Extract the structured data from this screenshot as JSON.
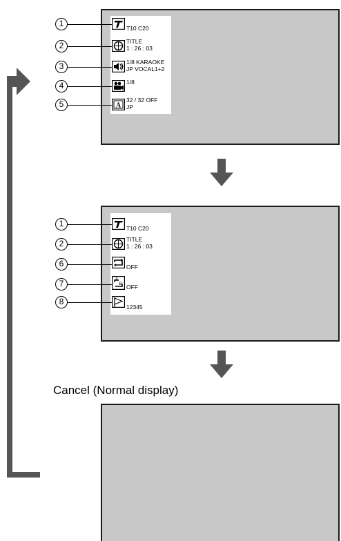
{
  "diagram": {
    "panel1": {
      "rows": [
        {
          "callout": "1",
          "icon": "title-t-icon",
          "lines": [
            "T10  C20"
          ]
        },
        {
          "callout": "2",
          "icon": "clock-icon",
          "lines": [
            "TITLE",
            "1 : 26 : 03"
          ]
        },
        {
          "callout": "3",
          "icon": "audio-speaker-icon",
          "lines": [
            "1/8 KARAOKE",
            "JP VOCAL1+2"
          ]
        },
        {
          "callout": "4",
          "icon": "camera-angle-icon",
          "lines": [
            "1/8"
          ]
        },
        {
          "callout": "5",
          "icon": "subtitle-a-icon",
          "lines": [
            "32 / 32 OFF",
            "JP"
          ]
        }
      ]
    },
    "panel2": {
      "rows": [
        {
          "callout": "1",
          "icon": "title-t-icon",
          "lines": [
            "T10  C20"
          ]
        },
        {
          "callout": "2",
          "icon": "clock-icon",
          "lines": [
            "TITLE",
            "1 : 26 : 03"
          ]
        },
        {
          "callout": "6",
          "icon": "repeat-icon",
          "lines": [
            "OFF"
          ]
        },
        {
          "callout": "7",
          "icon": "ab-repeat-icon",
          "lines": [
            "OFF"
          ]
        },
        {
          "callout": "8",
          "icon": "marker-flag-icon",
          "lines": [
            "12345"
          ]
        }
      ]
    },
    "caption": "Cancel (Normal display)",
    "colors": {
      "screen": "#c8c8c8",
      "arrow": "#555555",
      "loop_line": "#555555"
    }
  }
}
